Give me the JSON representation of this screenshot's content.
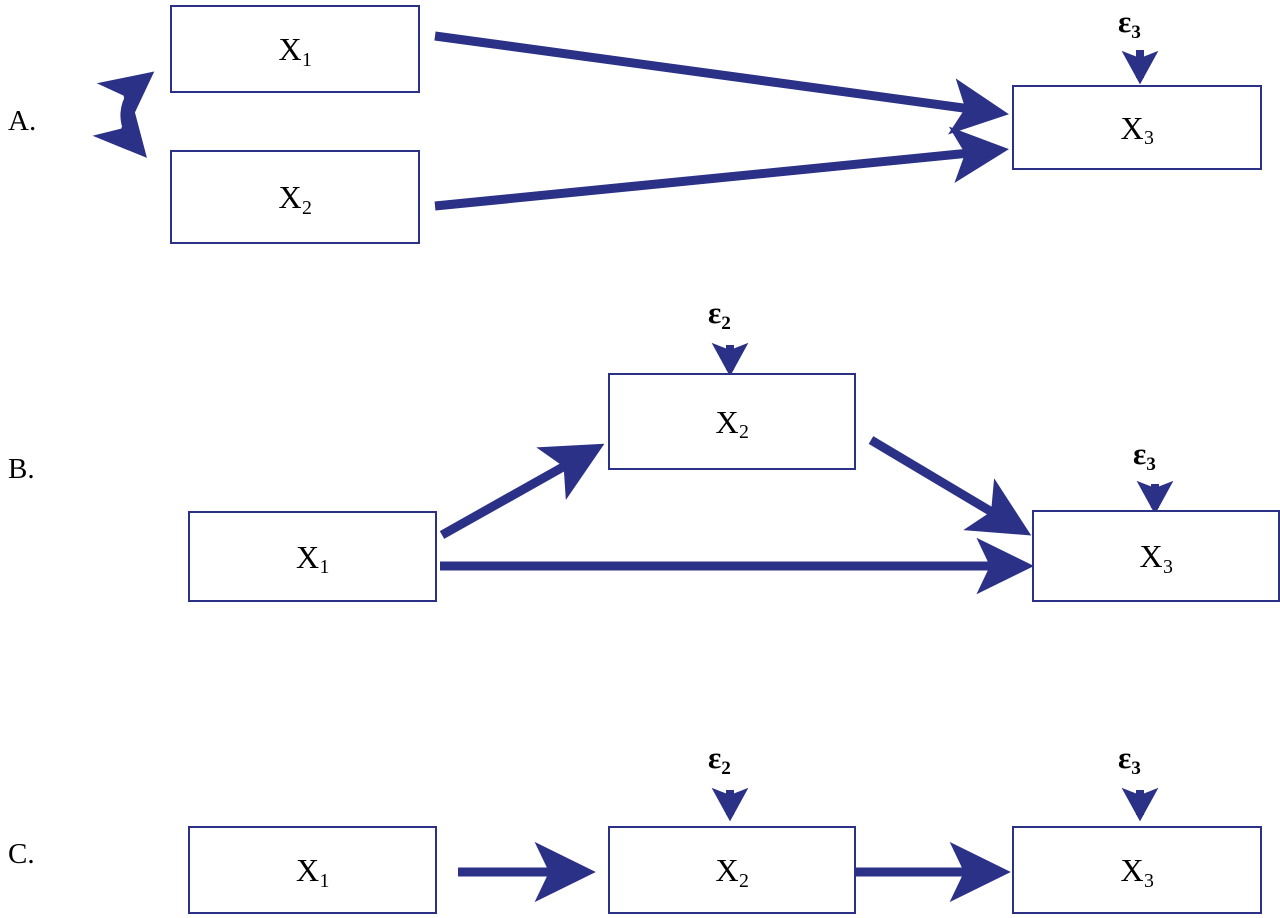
{
  "figure": {
    "type": "path-diagram",
    "accent_color": "#2B3186",
    "box_border_color": "#2B3186",
    "text_color": "#000000",
    "background": "#ffffff"
  },
  "panels": [
    {
      "id": "A",
      "label": "A.",
      "nodes": [
        {
          "id": "A-x1",
          "label": "X",
          "sub": "1",
          "name": "node-x1"
        },
        {
          "id": "A-x2",
          "label": "X",
          "sub": "2",
          "name": "node-x2"
        },
        {
          "id": "A-x3",
          "label": "X",
          "sub": "3",
          "name": "node-x3"
        }
      ],
      "errors": [
        {
          "id": "A-e3",
          "label": "ε",
          "sub": "3",
          "target": "A-x3"
        }
      ],
      "edges": [
        {
          "from": "A-x1",
          "to": "A-x2",
          "type": "curved-double-headed",
          "name": "correlation-arrow-x1-x2"
        },
        {
          "from": "A-x1",
          "to": "A-x3",
          "type": "straight-arrow",
          "name": "arrow-x1-x3"
        },
        {
          "from": "A-x2",
          "to": "A-x3",
          "type": "straight-arrow",
          "name": "arrow-x2-x3"
        },
        {
          "from": "A-e3",
          "to": "A-x3",
          "type": "error-arrow",
          "name": "arrow-e3-x3"
        }
      ]
    },
    {
      "id": "B",
      "label": "B.",
      "nodes": [
        {
          "id": "B-x1",
          "label": "X",
          "sub": "1",
          "name": "node-x1"
        },
        {
          "id": "B-x2",
          "label": "X",
          "sub": "2",
          "name": "node-x2"
        },
        {
          "id": "B-x3",
          "label": "X",
          "sub": "3",
          "name": "node-x3"
        }
      ],
      "errors": [
        {
          "id": "B-e2",
          "label": "ε",
          "sub": "2",
          "target": "B-x2"
        },
        {
          "id": "B-e3",
          "label": "ε",
          "sub": "3",
          "target": "B-x3"
        }
      ],
      "edges": [
        {
          "from": "B-x1",
          "to": "B-x2",
          "type": "straight-arrow",
          "name": "arrow-x1-x2"
        },
        {
          "from": "B-x2",
          "to": "B-x3",
          "type": "straight-arrow",
          "name": "arrow-x2-x3"
        },
        {
          "from": "B-x1",
          "to": "B-x3",
          "type": "straight-arrow",
          "name": "arrow-x1-x3"
        },
        {
          "from": "B-e2",
          "to": "B-x2",
          "type": "error-arrow",
          "name": "arrow-e2-x2"
        },
        {
          "from": "B-e3",
          "to": "B-x3",
          "type": "error-arrow",
          "name": "arrow-e3-x3"
        }
      ]
    },
    {
      "id": "C",
      "label": "C.",
      "nodes": [
        {
          "id": "C-x1",
          "label": "X",
          "sub": "1",
          "name": "node-x1"
        },
        {
          "id": "C-x2",
          "label": "X",
          "sub": "2",
          "name": "node-x2"
        },
        {
          "id": "C-x3",
          "label": "X",
          "sub": "3",
          "name": "node-x3"
        }
      ],
      "errors": [
        {
          "id": "C-e2",
          "label": "ε",
          "sub": "2",
          "target": "C-x2"
        },
        {
          "id": "C-e3",
          "label": "ε",
          "sub": "3",
          "target": "C-x3"
        }
      ],
      "edges": [
        {
          "from": "C-x1",
          "to": "C-x2",
          "type": "straight-arrow",
          "name": "arrow-x1-x2"
        },
        {
          "from": "C-x2",
          "to": "C-x3",
          "type": "straight-arrow",
          "name": "arrow-x2-x3"
        },
        {
          "from": "C-e2",
          "to": "C-x2",
          "type": "error-arrow",
          "name": "arrow-e2-x2"
        },
        {
          "from": "C-e3",
          "to": "C-x3",
          "type": "error-arrow",
          "name": "arrow-e3-x3"
        }
      ]
    }
  ],
  "panel_a": {
    "label": "A.",
    "x1": {
      "base": "X",
      "sub": "1"
    },
    "x2": {
      "base": "X",
      "sub": "2"
    },
    "x3": {
      "base": "X",
      "sub": "3"
    },
    "e3": {
      "base": "ε",
      "sub": "3"
    }
  },
  "panel_b": {
    "label": "B.",
    "x1": {
      "base": "X",
      "sub": "1"
    },
    "x2": {
      "base": "X",
      "sub": "2"
    },
    "x3": {
      "base": "X",
      "sub": "3"
    },
    "e2": {
      "base": "ε",
      "sub": "2"
    },
    "e3": {
      "base": "ε",
      "sub": "3"
    }
  },
  "panel_c": {
    "label": "C.",
    "x1": {
      "base": "X",
      "sub": "1"
    },
    "x2": {
      "base": "X",
      "sub": "2"
    },
    "x3": {
      "base": "X",
      "sub": "3"
    },
    "e2": {
      "base": "ε",
      "sub": "2"
    },
    "e3": {
      "base": "ε",
      "sub": "3"
    }
  }
}
